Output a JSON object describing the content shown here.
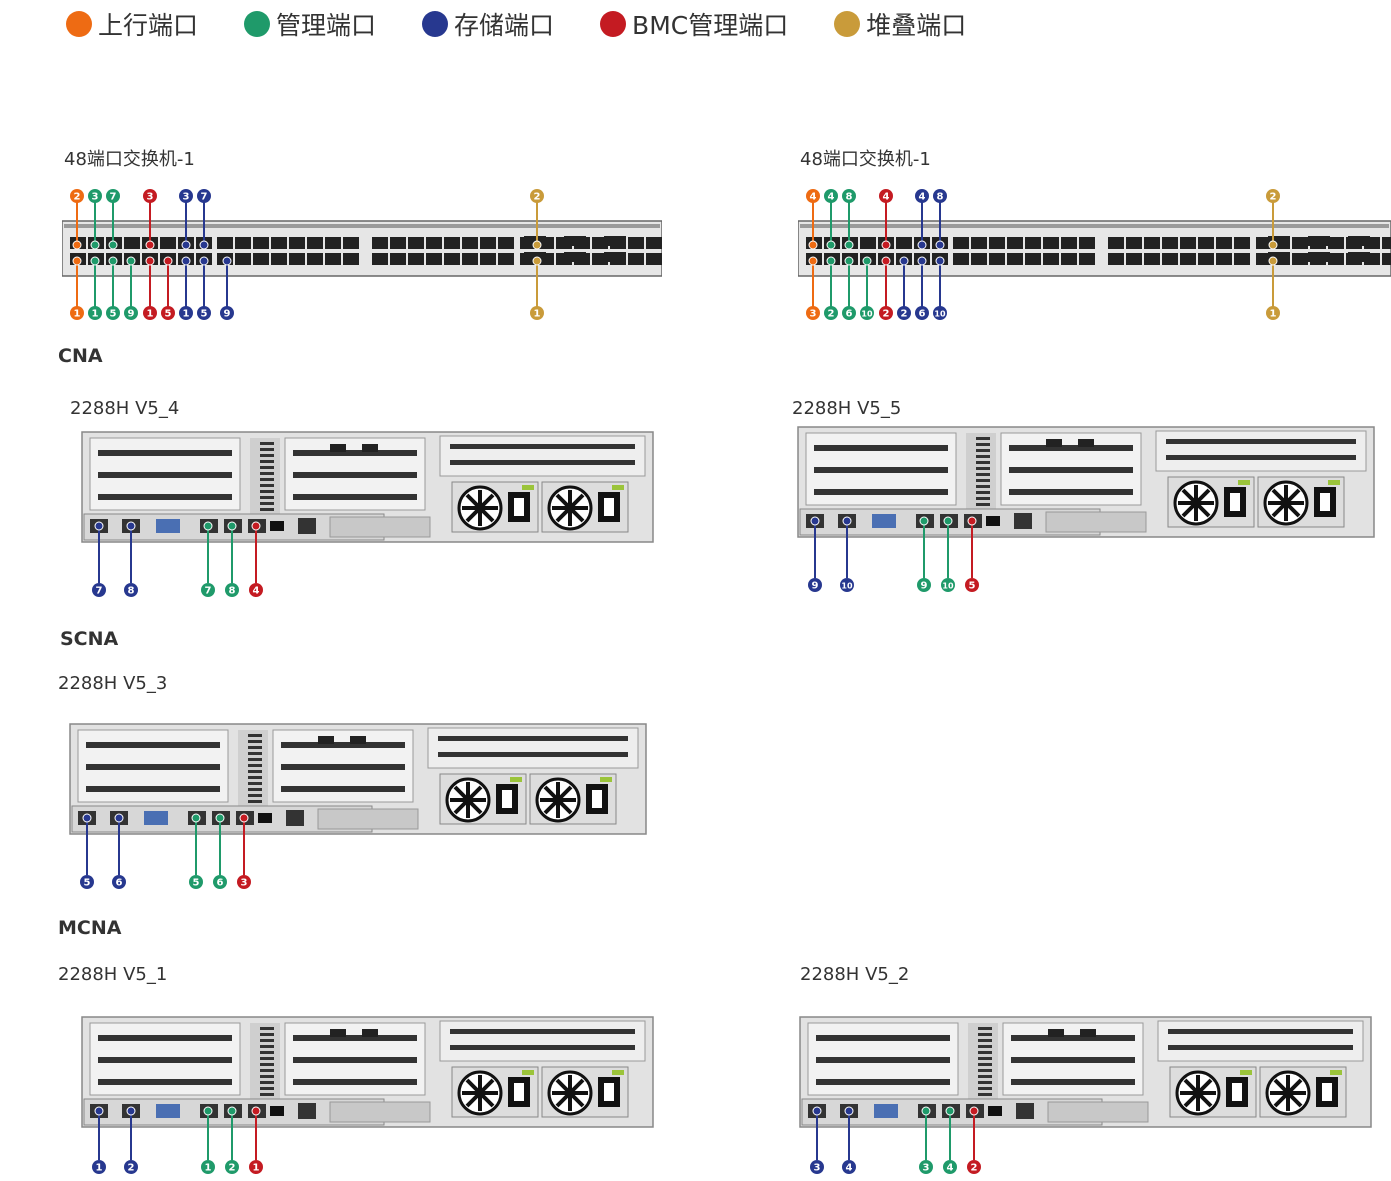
{
  "colors": {
    "uplink": "#ee6b13",
    "mgmt": "#1f9a6a",
    "storage": "#27388f",
    "bmc": "#c41b22",
    "stack": "#c99b3a"
  },
  "legend": [
    {
      "key": "uplink",
      "label": "上行端口"
    },
    {
      "key": "mgmt",
      "label": "管理端口"
    },
    {
      "key": "storage",
      "label": "存储端口"
    },
    {
      "key": "bmc",
      "label": "BMC管理端口"
    },
    {
      "key": "stack",
      "label": "堆叠端口"
    }
  ],
  "switches": [
    {
      "id": "sw-left",
      "title": "48端口交换机-1",
      "top": [
        {
          "c": "uplink",
          "n": "2"
        },
        {
          "c": "mgmt",
          "n": "3"
        },
        {
          "c": "mgmt",
          "n": "7"
        },
        {
          "c": "bmc",
          "n": "3"
        },
        {
          "c": "storage",
          "n": "3"
        },
        {
          "c": "storage",
          "n": "7"
        },
        {
          "c": "stack",
          "n": "2"
        }
      ],
      "bottom": [
        {
          "c": "uplink",
          "n": "1"
        },
        {
          "c": "mgmt",
          "n": "1"
        },
        {
          "c": "mgmt",
          "n": "5"
        },
        {
          "c": "mgmt",
          "n": "9"
        },
        {
          "c": "bmc",
          "n": "1"
        },
        {
          "c": "bmc",
          "n": "5"
        },
        {
          "c": "storage",
          "n": "1"
        },
        {
          "c": "storage",
          "n": "5"
        },
        {
          "c": "storage",
          "n": "9"
        },
        {
          "c": "stack",
          "n": "1"
        }
      ]
    },
    {
      "id": "sw-right",
      "title": "48端口交换机-1",
      "top": [
        {
          "c": "uplink",
          "n": "4"
        },
        {
          "c": "mgmt",
          "n": "4"
        },
        {
          "c": "mgmt",
          "n": "8"
        },
        {
          "c": "bmc",
          "n": "4"
        },
        {
          "c": "storage",
          "n": "4"
        },
        {
          "c": "storage",
          "n": "8"
        },
        {
          "c": "stack",
          "n": "2"
        }
      ],
      "bottom": [
        {
          "c": "uplink",
          "n": "3"
        },
        {
          "c": "mgmt",
          "n": "2"
        },
        {
          "c": "mgmt",
          "n": "6"
        },
        {
          "c": "mgmt",
          "n": "10"
        },
        {
          "c": "bmc",
          "n": "2"
        },
        {
          "c": "storage",
          "n": "2"
        },
        {
          "c": "storage",
          "n": "6"
        },
        {
          "c": "storage",
          "n": "10"
        },
        {
          "c": "stack",
          "n": "1"
        }
      ]
    }
  ],
  "sections": {
    "cna": "CNA",
    "scna": "SCNA",
    "mcna": "MCNA"
  },
  "servers": [
    {
      "id": "srv-v5-4",
      "title": "2288H V5_4",
      "ports": [
        {
          "c": "storage",
          "n": "7"
        },
        {
          "c": "storage",
          "n": "8"
        },
        {
          "c": "mgmt",
          "n": "7"
        },
        {
          "c": "mgmt",
          "n": "8"
        },
        {
          "c": "bmc",
          "n": "4"
        }
      ]
    },
    {
      "id": "srv-v5-5",
      "title": "2288H V5_5",
      "ports": [
        {
          "c": "storage",
          "n": "9"
        },
        {
          "c": "storage",
          "n": "10"
        },
        {
          "c": "mgmt",
          "n": "9"
        },
        {
          "c": "mgmt",
          "n": "10"
        },
        {
          "c": "bmc",
          "n": "5"
        }
      ]
    },
    {
      "id": "srv-v5-3",
      "title": "2288H V5_3",
      "ports": [
        {
          "c": "storage",
          "n": "5"
        },
        {
          "c": "storage",
          "n": "6"
        },
        {
          "c": "mgmt",
          "n": "5"
        },
        {
          "c": "mgmt",
          "n": "6"
        },
        {
          "c": "bmc",
          "n": "3"
        }
      ]
    },
    {
      "id": "srv-v5-1",
      "title": "2288H V5_1",
      "ports": [
        {
          "c": "storage",
          "n": "1"
        },
        {
          "c": "storage",
          "n": "2"
        },
        {
          "c": "mgmt",
          "n": "1"
        },
        {
          "c": "mgmt",
          "n": "2"
        },
        {
          "c": "bmc",
          "n": "1"
        }
      ]
    },
    {
      "id": "srv-v5-2",
      "title": "2288H V5_2",
      "ports": [
        {
          "c": "storage",
          "n": "3"
        },
        {
          "c": "storage",
          "n": "4"
        },
        {
          "c": "mgmt",
          "n": "3"
        },
        {
          "c": "mgmt",
          "n": "4"
        },
        {
          "c": "bmc",
          "n": "2"
        }
      ]
    }
  ]
}
